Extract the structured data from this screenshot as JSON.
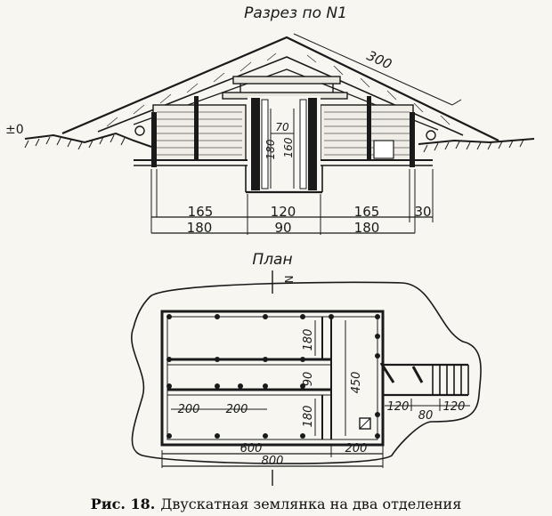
{
  "section": {
    "title": "Разрез по N1",
    "ground_level": "±0",
    "dim_roof": "300",
    "dim_door_width": "70",
    "dim_left_height": "180",
    "dim_right_height": "160",
    "dims_row1": [
      "165",
      "120",
      "165",
      "30"
    ],
    "dims_row2": [
      "180",
      "90",
      "180"
    ]
  },
  "plan": {
    "title": "План",
    "axis_mark": "N",
    "dim_room_top": "180",
    "dim_room_bottom": "180",
    "dim_aisle": "90",
    "dim_total_width": "450",
    "dims_bench": [
      "200",
      "200"
    ],
    "dims_entrance": [
      "120",
      "80",
      "120"
    ],
    "dim_length_600": "600",
    "dim_length_200": "200",
    "dim_length_800": "800"
  },
  "caption": {
    "prefix": "Рис. 18.",
    "text": "Двускатная землянка на два отделения"
  }
}
